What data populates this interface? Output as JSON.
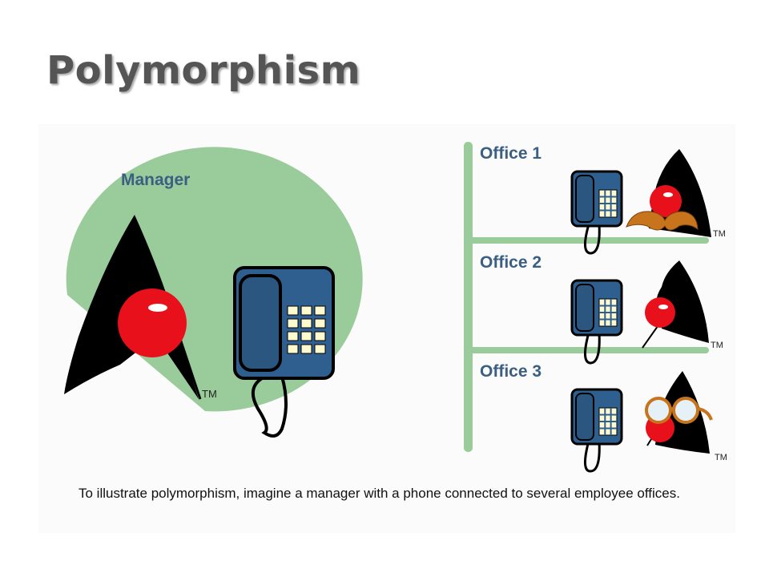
{
  "slide": {
    "title": "Polymorphism"
  },
  "diagram": {
    "manager_label": "Manager",
    "offices": [
      {
        "label": "Office 1",
        "accessory": "mustache"
      },
      {
        "label": "Office 2",
        "accessory": "none"
      },
      {
        "label": "Office 3",
        "accessory": "glasses"
      }
    ],
    "trademark": "TM",
    "caption": "To illustrate polymorphism, imagine a manager with a phone connected to several employee offices.",
    "colors": {
      "circle_green": "#9acb9a",
      "shelf_green": "#9acb9a",
      "phone_blue": "#2f5f8f",
      "nose_red": "#e8101a",
      "label_blue": "#3b5f82",
      "mustache_orange": "#c8741d"
    }
  }
}
